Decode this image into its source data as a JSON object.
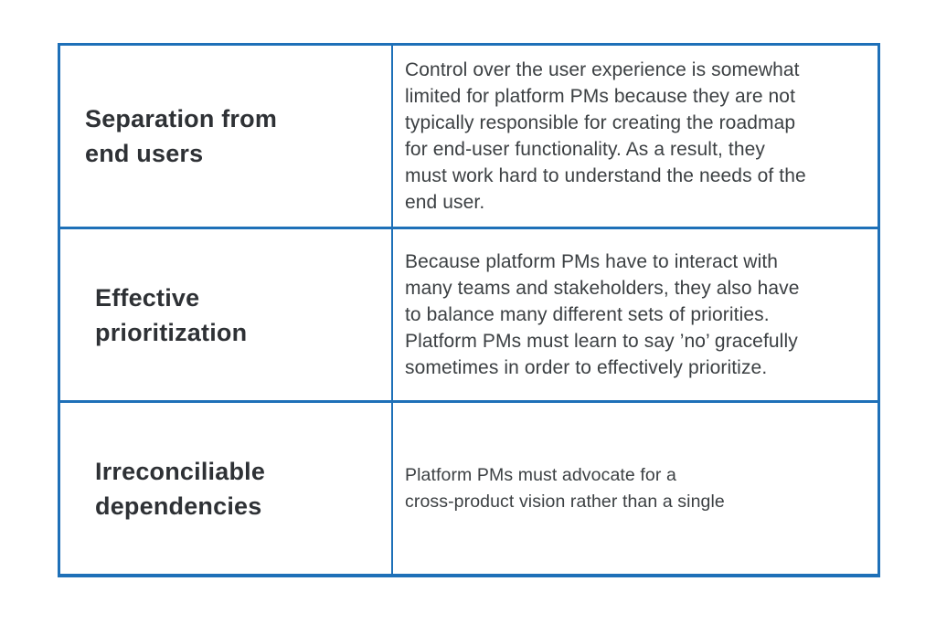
{
  "page": {
    "background_color": "#ffffff",
    "border_color": "#1e70b8",
    "heading_color": "#2e3135",
    "body_color": "#3c4043"
  },
  "table": {
    "rows": [
      {
        "heading": "Separation from\nend users",
        "description": "Control over the user experience is somewhat\nlimited for platform PMs because they are not\ntypically responsible for creating the roadmap\nfor end-user functionality. As a result, they\nmust work hard to understand the needs of the\nend user."
      },
      {
        "heading": "Effective\nprioritization",
        "description": "Because platform PMs have to interact with\nmany teams and stakeholders, they also have\nto balance many different sets of priorities.\nPlatform PMs must learn to say ’no’ gracefully\nsometimes in order to effectively prioritize."
      },
      {
        "heading": "Irreconciliable\ndependencies",
        "description": "Platform PMs must advocate for a\ncross-product vision rather than a single"
      }
    ]
  }
}
